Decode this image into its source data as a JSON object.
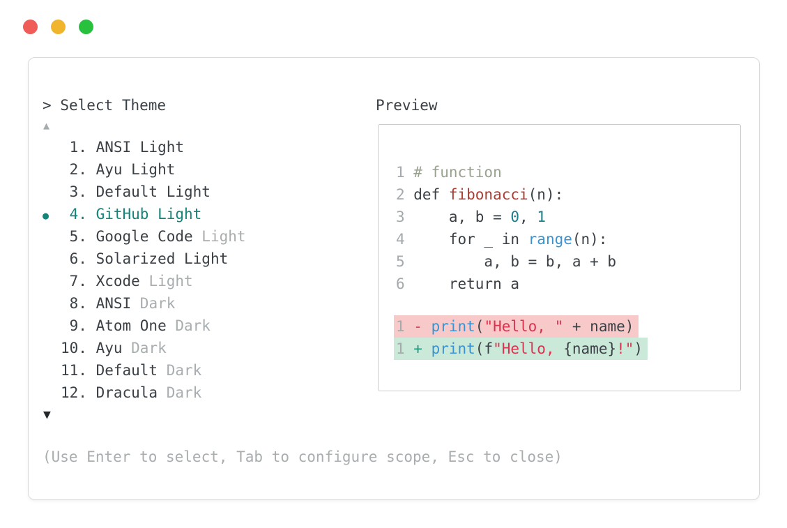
{
  "window": {
    "controls": [
      {
        "id": "close",
        "label": "close"
      },
      {
        "id": "minimize",
        "label": "minimize"
      },
      {
        "id": "zoom",
        "label": "zoom"
      }
    ]
  },
  "selector": {
    "prompt_symbol": ">",
    "title": "Select Theme",
    "scroll_up_icon": "▲",
    "scroll_down_icon": "▼",
    "selected_marker": "●",
    "items": [
      {
        "n": "1",
        "primary": "ANSI Light",
        "secondary": "",
        "selected": false
      },
      {
        "n": "2",
        "primary": "Ayu Light",
        "secondary": "",
        "selected": false
      },
      {
        "n": "3",
        "primary": "Default Light",
        "secondary": "",
        "selected": false
      },
      {
        "n": "4",
        "primary": "GitHub Light",
        "secondary": "",
        "selected": true
      },
      {
        "n": "5",
        "primary": "Google Code",
        "secondary": "Light",
        "selected": false
      },
      {
        "n": "6",
        "primary": "Solarized Light",
        "secondary": "",
        "selected": false
      },
      {
        "n": "7",
        "primary": "Xcode",
        "secondary": "Light",
        "selected": false
      },
      {
        "n": "8",
        "primary": "ANSI",
        "secondary": "Dark",
        "selected": false
      },
      {
        "n": "9",
        "primary": "Atom One",
        "secondary": "Dark",
        "selected": false
      },
      {
        "n": "10",
        "primary": "Ayu",
        "secondary": "Dark",
        "selected": false
      },
      {
        "n": "11",
        "primary": "Default",
        "secondary": "Dark",
        "selected": false
      },
      {
        "n": "12",
        "primary": "Dracula",
        "secondary": "Dark",
        "selected": false
      }
    ],
    "footer_hint": "(Use Enter to select, Tab to configure scope, Esc to close)"
  },
  "preview": {
    "title": "Preview",
    "lines": [
      {
        "num": "1",
        "tokens": [
          {
            "t": "# function",
            "s": "comment"
          }
        ]
      },
      {
        "num": "2",
        "tokens": [
          {
            "t": "def ",
            "s": "code"
          },
          {
            "t": "fibonacci",
            "s": "func"
          },
          {
            "t": "(n):",
            "s": "code"
          }
        ]
      },
      {
        "num": "3",
        "tokens": [
          {
            "t": "    a, b = ",
            "s": "code"
          },
          {
            "t": "0",
            "s": "num"
          },
          {
            "t": ", ",
            "s": "code"
          },
          {
            "t": "1",
            "s": "num"
          }
        ]
      },
      {
        "num": "4",
        "tokens": [
          {
            "t": "    for _ in ",
            "s": "code"
          },
          {
            "t": "range",
            "s": "call"
          },
          {
            "t": "(n):",
            "s": "code"
          }
        ]
      },
      {
        "num": "5",
        "tokens": [
          {
            "t": "        a, b = b, a + b",
            "s": "code"
          }
        ]
      },
      {
        "num": "6",
        "tokens": [
          {
            "t": "    return a",
            "s": "code"
          }
        ]
      },
      {
        "gap": true
      },
      {
        "num": "1",
        "bg": "removed",
        "tokens": [
          {
            "t": "- ",
            "s": "minus"
          },
          {
            "t": "print",
            "s": "call"
          },
          {
            "t": "(",
            "s": "code"
          },
          {
            "t": "\"Hello, \"",
            "s": "str"
          },
          {
            "t": " + name)",
            "s": "code"
          }
        ]
      },
      {
        "num": "1",
        "bg": "added",
        "tokens": [
          {
            "t": "+ ",
            "s": "plus"
          },
          {
            "t": "print",
            "s": "call"
          },
          {
            "t": "(f",
            "s": "code"
          },
          {
            "t": "\"Hello, ",
            "s": "str"
          },
          {
            "t": "{name}",
            "s": "code"
          },
          {
            "t": "!\"",
            "s": "str"
          },
          {
            "t": ")",
            "s": "code"
          }
        ]
      }
    ]
  },
  "colors": {
    "accent_teal": "#13847a",
    "text_dark": "#3a4045",
    "text_muted": "#a8adb0",
    "comment": "#99a28f",
    "function_red": "#ae3b30",
    "call_blue": "#3a93d0",
    "number_teal": "#17808b",
    "string_crimson": "#d93350",
    "diff_removed_bg": "#f8c9c9",
    "diff_added_bg": "#cbe9d8",
    "traffic_red": "#f05c58",
    "traffic_yellow": "#f0b42d",
    "traffic_green": "#28c13e",
    "panel_border": "#d9dadb",
    "preview_border": "#c9cbcd"
  }
}
